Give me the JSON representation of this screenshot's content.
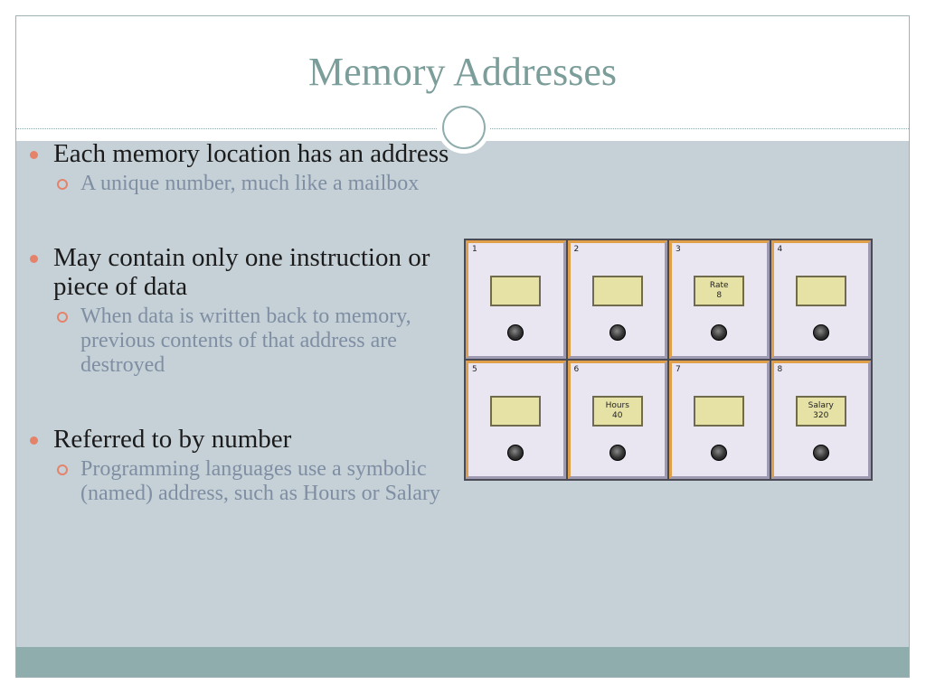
{
  "slide": {
    "title": "Memory Addresses",
    "bullets": [
      {
        "text": "Each memory location has an address",
        "sub": "A unique number, much like a mailbox"
      },
      {
        "text": "May contain only one instruction or piece of data",
        "sub": "When data is written back to memory, previous contents of that address are destroyed"
      },
      {
        "text": "Referred to by number",
        "sub": "Programming languages use a symbolic (named) address, such as Hours or Salary"
      }
    ],
    "mailboxes": [
      {
        "number": "1",
        "name": "",
        "value": ""
      },
      {
        "number": "2",
        "name": "",
        "value": ""
      },
      {
        "number": "3",
        "name": "Rate",
        "value": "8"
      },
      {
        "number": "4",
        "name": "",
        "value": ""
      },
      {
        "number": "5",
        "name": "",
        "value": ""
      },
      {
        "number": "6",
        "name": "Hours",
        "value": "40"
      },
      {
        "number": "7",
        "name": "",
        "value": ""
      },
      {
        "number": "8",
        "name": "Salary",
        "value": "320"
      }
    ]
  },
  "colors": {
    "title": "#7b9e9a",
    "content_band": "#c5d1d7",
    "footer_band": "#8fadad",
    "bullet_accent": "#e5836a",
    "sub_text": "#7f8ea3"
  }
}
